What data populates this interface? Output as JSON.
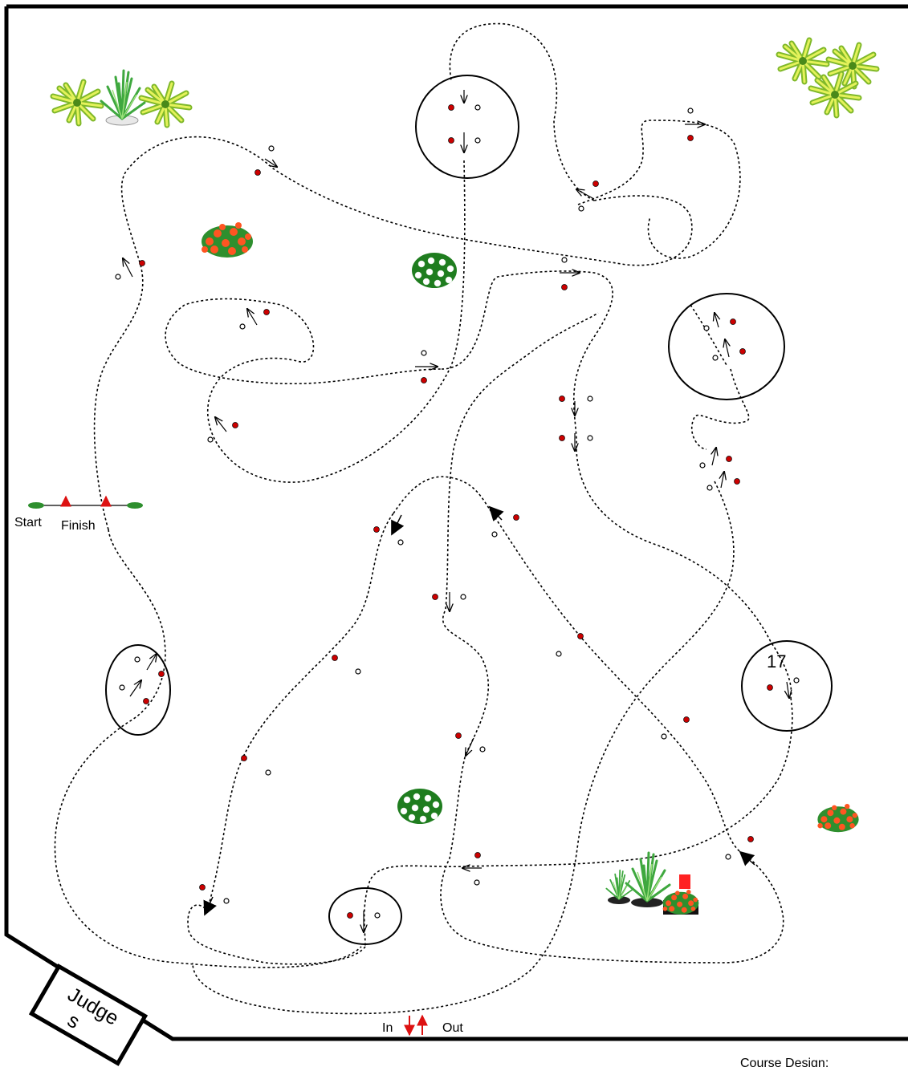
{
  "labels": {
    "start": "Start",
    "finish": "Finish",
    "judges_line1": "Judge",
    "judges_line2": "s",
    "in": "In",
    "out": "Out",
    "circle_number": "17",
    "course_design": "Course Design:"
  },
  "colors": {
    "border": "#000000",
    "path": "#000000",
    "red_dot": "#cc0000",
    "arrow_red": "#dd1111",
    "plant_green": "#2e9e2e",
    "leaf_yellow": "#d8ec4a",
    "flower_orange": "#ff5522",
    "flower_white": "#ffffff"
  },
  "icons": {
    "plant": "plant-icon",
    "flower_bush": "flower-bush-icon",
    "white_flower_bush": "white-flower-bush-icon",
    "potted_plant": "potted-plant-icon"
  }
}
